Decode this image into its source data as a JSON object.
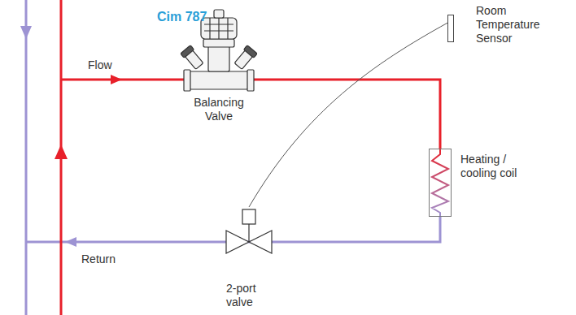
{
  "diagram": {
    "nodes": [
      {
        "text": [
          "Cim 787",
          "Balancing Valve"
        ]
      },
      {
        "text": [
          "Heating / cooling coil"
        ]
      },
      {
        "text": [
          "2-port valve"
        ]
      },
      {
        "text": [
          "Room Temperature Sensor"
        ]
      }
    ],
    "edges": [
      {
        "from": 0,
        "to": 1,
        "arrow": "none"
      },
      {
        "from": 1,
        "to": 2,
        "arrow": "none"
      },
      {
        "from": 2,
        "to": 3,
        "arrow": "none"
      }
    ],
    "labels": [
      "Flow",
      "Return"
    ]
  }
}
